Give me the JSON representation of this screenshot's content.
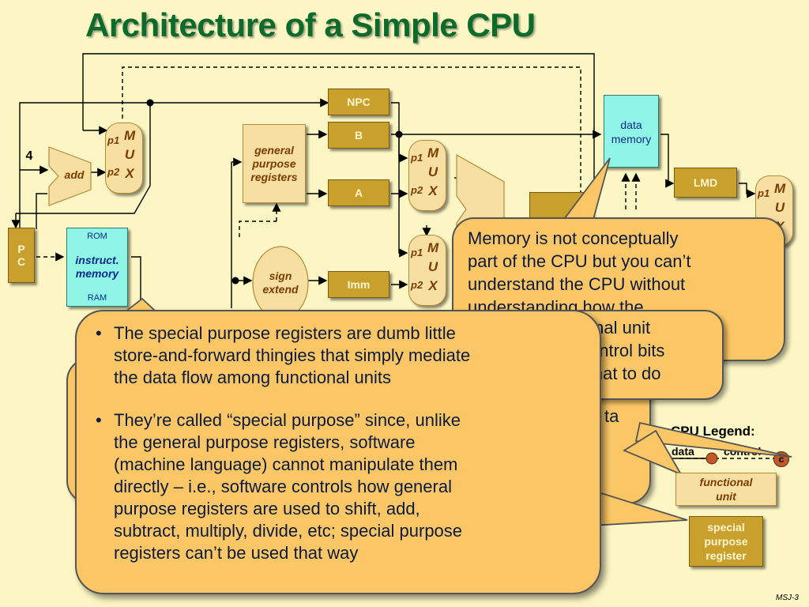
{
  "title": "Architecture of a Simple CPU",
  "diagram": {
    "constant_4": "4",
    "add_label": "add",
    "pc_label_1": "P",
    "pc_label_2": "C",
    "instr_mem": {
      "top": "ROM",
      "line1": "instruct.",
      "line2": "memory",
      "bottom": "RAM"
    },
    "gpr": {
      "line1": "general",
      "line2": "purpose",
      "line3": "registers"
    },
    "sign_extend": {
      "line1": "sign",
      "line2": "extend"
    },
    "npc": "NPC",
    "b": "B",
    "a": "A",
    "imm": "Imm",
    "lmd": "LMD",
    "data_memory": {
      "line1": "data",
      "line2": "memory"
    },
    "mux": {
      "m": "M",
      "u": "U",
      "x": "X",
      "p1": "p1",
      "p2": "p2"
    },
    "credit": "MSJ-3"
  },
  "legend": {
    "title": "CPU Legend:",
    "data": "data",
    "control": "control",
    "c_marker": "c",
    "functional_unit": {
      "line1": "functional",
      "line2": "unit"
    },
    "special_register": {
      "line1": "special",
      "line2": "purpose",
      "line3": "register"
    }
  },
  "callouts": {
    "memory_callout": {
      "lines": [
        "Memory is not conceptually",
        "part of the CPU but you can’t",
        "understand the CPU without",
        "understanding how the"
      ]
    },
    "middle_callout": {
      "lines": [
        "ional unit",
        "control bits",
        "what to do"
      ]
    },
    "back_callout": {
      "fragment": "ta"
    },
    "front_callout": {
      "bullet1": [
        "The special purpose registers are dumb little",
        "store-and-forward thingies that simply mediate",
        "the data flow among functional units"
      ],
      "bullet2": [
        "They’re called “special purpose” since, unlike",
        "the general purpose registers, software",
        "(machine language) cannot manipulate them",
        "directly – i.e., software controls how general",
        "purpose registers are used to shift, add,",
        "subtract, multiply, divide, etc; special purpose",
        "registers can’t be used that way"
      ],
      "bullet_glyph": "•"
    }
  },
  "colors": {
    "background": "#fbf6c4",
    "title": "#0c6b2a",
    "special_register": "#c9a02b",
    "functional_unit": "#f6dfa0",
    "memory": "#8ff5e6",
    "callout_fill": "#fbc766"
  }
}
